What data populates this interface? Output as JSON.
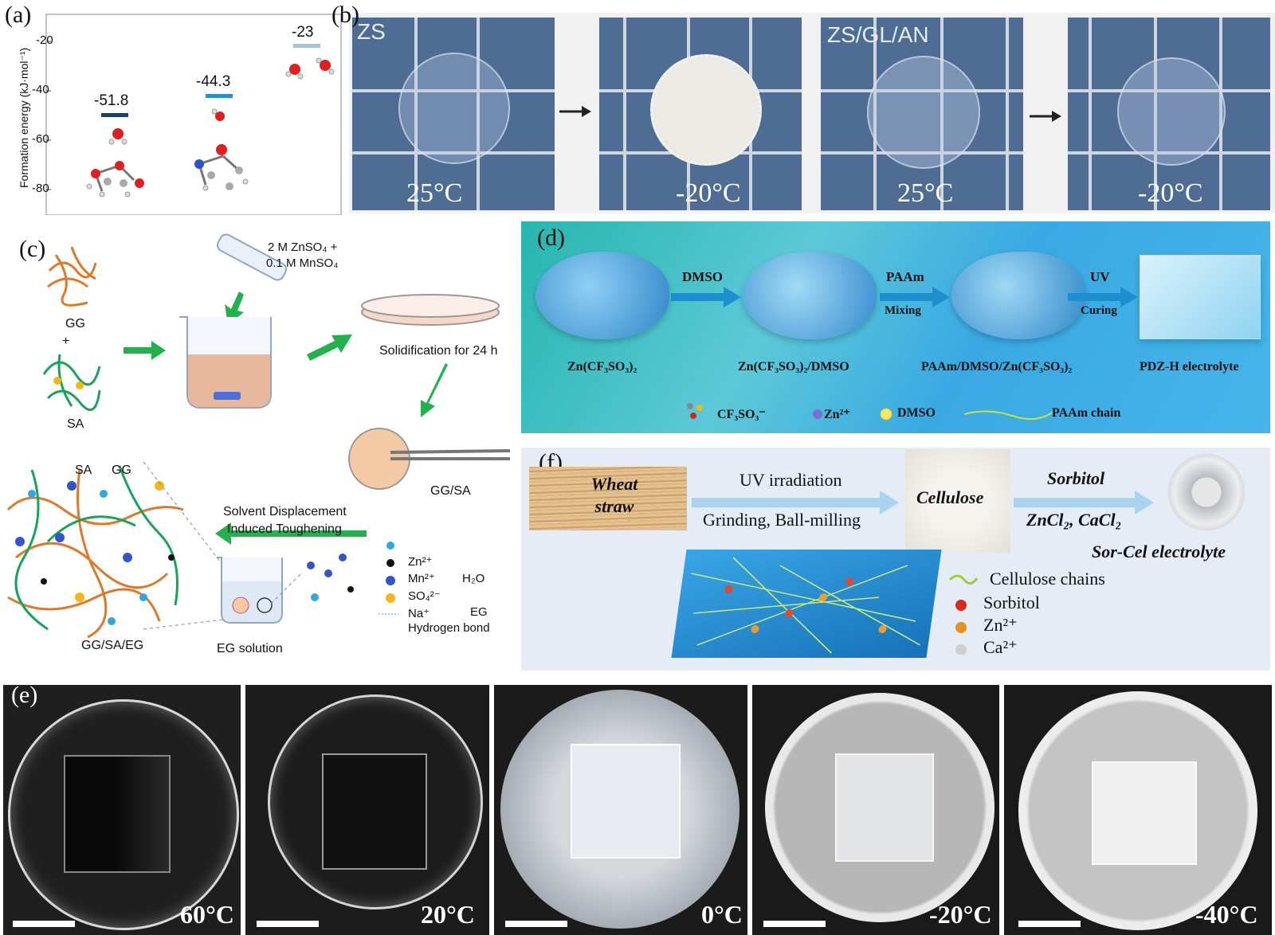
{
  "panels": {
    "a": {
      "label": "(a)",
      "ylabel": "Formation energy (kJ·mol⁻¹)",
      "yticks": [
        "-20",
        "-40",
        "-60",
        "-80"
      ],
      "values": [
        "-51.8",
        "-44.3",
        "-23"
      ],
      "colors": [
        "#1f3f6b",
        "#2d8fc8",
        "#9cc4e4"
      ]
    },
    "b": {
      "label": "(b)",
      "tags": [
        "ZS",
        "ZS/GL/AN"
      ],
      "temps": [
        "25°C",
        "-20°C",
        "25°C",
        "-20°C"
      ]
    },
    "c": {
      "label": "(c)",
      "gg": "GG",
      "plus": "+",
      "sa": "SA",
      "reagent_line1": "2 M ZnSO₄ +",
      "reagent_line2": "0.1 M MnSO₄",
      "solidification": "Solidification for 24 h",
      "ggsa": "GG/SA",
      "solvent_line1": "Solvent Displacement",
      "solvent_line2": "Induced Toughening",
      "net_sa": "SA",
      "net_gg": "GG",
      "ggsaeg": "GG/SA/EG",
      "eg_solution": "EG solution",
      "legend": {
        "zn": "Zn²⁺",
        "mn": "Mn²⁺",
        "so4": "SO₄²⁻",
        "na": "Na⁺",
        "h2o": "H₂O",
        "eg": "EG",
        "hbond": "Hydrogen bond"
      }
    },
    "d": {
      "label": "(d)",
      "step1_top": "DMSO",
      "step2_top": "PAAm",
      "step2_bottom": "Mixing",
      "step3_top": "UV",
      "step3_bottom": "Curing",
      "names": [
        "Zn(CF₃SO₃)₂",
        "Zn(CF₃SO₃)₂/DMSO",
        "PAAm/DMSO/Zn(CF₃SO₃)₂",
        "PDZ-H electrolyte"
      ],
      "legend": [
        "CF₃SO₃⁻",
        "Zn²⁺",
        "DMSO",
        "PAAm chain"
      ]
    },
    "f": {
      "label": "(f)",
      "wheat": "Wheat straw",
      "uv": "UV irradiation",
      "grinding": "Grinding, Ball-milling",
      "cellulose": "Cellulose",
      "sorbitol": "Sorbitol",
      "salts": "ZnCl₂, CaCl₂",
      "electrolyte": "Sor-Cel electrolyte",
      "legend": [
        "Cellulose chains",
        "Sorbitol",
        "Zn²⁺",
        "Ca²⁺"
      ]
    },
    "e": {
      "label": "(e)",
      "temps": [
        "60°C",
        "20°C",
        "0°C",
        "-20°C",
        "-40°C"
      ]
    }
  }
}
